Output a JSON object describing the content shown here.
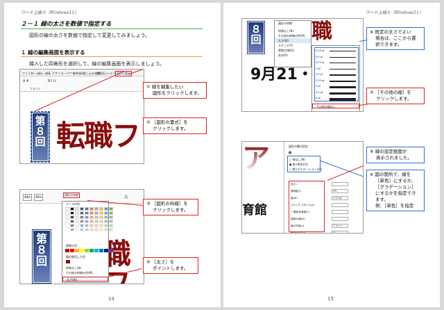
{
  "header": "ワード上級④（Windows11）",
  "left": {
    "page_number": "14",
    "title": "２－１ 線の太さを数値で指定する",
    "intro": "図形の線の太さを数値で指定して変更してみましょう。",
    "section": "１ 線の編集画面を表示する",
    "section_text": "挿入した四角形を選択して、線の編集画面を表示しましょう。",
    "ribbon_tabs": [
      "ファイル",
      "ホーム",
      "挿入",
      "描画",
      "デザイン",
      "レイアウト",
      "参考資料",
      "差し込み文書",
      "校閲",
      "表示",
      "ヘルプ",
      "図形の書式"
    ],
    "font_group": "フォント",
    "vertical_text": [
      "第",
      "８",
      "回"
    ],
    "big_text1": "転職フ",
    "big_text2": "職フ",
    "shape_outline": "図形の枠線",
    "menu_theme": "テーマの色",
    "menu_standard": "標準の色",
    "menu_recent": "最近使用した色",
    "menu_none": "枠線なし(N)",
    "menu_other": "その他の枠線の色(M)...",
    "menu_weight": "太さ(W)",
    "c1": [
      "① 線を編集したい",
      "図形をクリックします。"
    ],
    "c2": [
      "② ［図形の書式］を",
      "クリックします。"
    ],
    "c3": [
      "③ ［図形の枠線］を",
      "クリックします。"
    ],
    "c4": [
      "④ ［太さ］を",
      "ポイントします。"
    ]
  },
  "right": {
    "page_number": "15",
    "vertical_text": [
      "８",
      "回"
    ],
    "big_top": "職",
    "date_text": "9月21・2",
    "big_text": "ア",
    "big_text2": "育館",
    "menu_title": "図形の枠線",
    "menu_items": [
      "枠線なし(N)",
      "その他の枠線の色(M)...",
      "太さ(W)",
      "スケッチ(Y)",
      "実線/点線(S)",
      "矢印(R)"
    ],
    "weights": [
      "0.25 pt",
      "0.5 pt",
      "0.75 pt",
      "1 pt",
      "1.5 pt",
      "2.25 pt",
      "3 pt",
      "4.5 pt",
      "6 pt"
    ],
    "other_lines": "その他の線(L)...",
    "c5a": [
      "※ 既定の太さでよい",
      "場合は、ここから選",
      "択できます。"
    ],
    "c5": [
      "⑤ ［その他の線］を",
      "クリックします。"
    ],
    "c6": [
      "⑥ 線の設定画面が",
      "表示されました。"
    ],
    "c7": [
      "※ 図の箇所で、線を",
      "［単色］にするか、",
      "［グラデーション］",
      "にするかを指定でき",
      "ます。",
      "例：［単色］を指定"
    ],
    "pane_title": "図形の書式設定",
    "pane_section": "線",
    "radio": [
      "線なし(N)",
      "線 (単色)(S)",
      "線 (グラデーション)(G)"
    ],
    "pane_fields": [
      "色(C)",
      "透明度(T)",
      "幅(W)",
      "スケッチ スタイル(S)",
      "一重線/多重線(C)",
      "実線/点線(D)",
      "線の先端(A)",
      "線の結合点(J)"
    ],
    "pane_values": [
      "",
      "0%",
      "1.25 pt",
      "",
      "",
      "",
      "フラット",
      "丸"
    ]
  }
}
